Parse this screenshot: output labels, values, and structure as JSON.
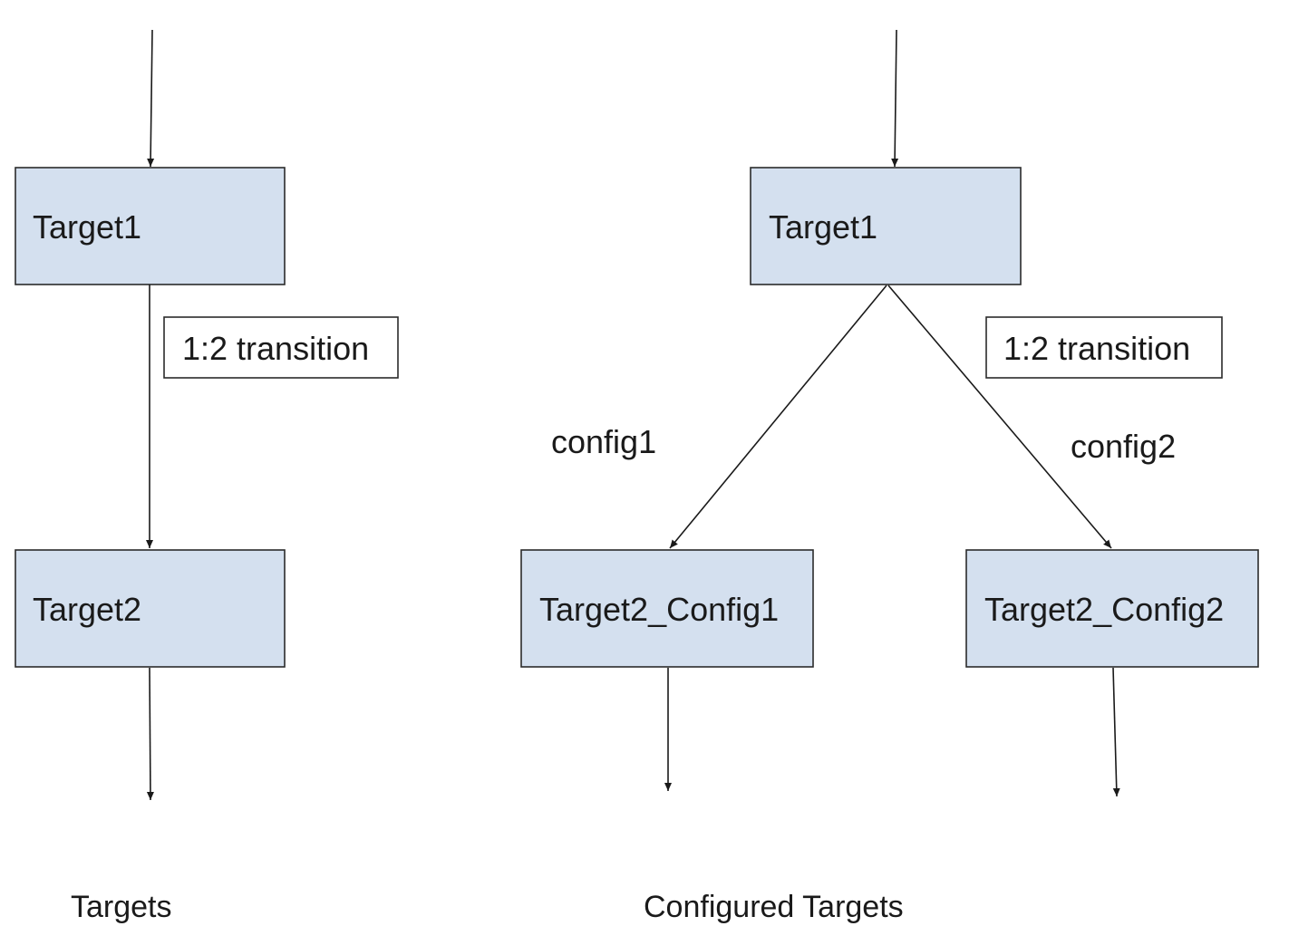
{
  "left_panel": {
    "target1": "Target1",
    "transition": "1:2 transition",
    "target2": "Target2",
    "caption": "Targets"
  },
  "right_panel": {
    "target1": "Target1",
    "transition": "1:2 transition",
    "edge_left_label": "config1",
    "edge_right_label": "config2",
    "target2_config1": "Target2_Config1",
    "target2_config2": "Target2_Config2",
    "caption": "Configured Targets"
  },
  "colors": {
    "node_fill": "#d4e0ef",
    "node_stroke": "#2b2b2b",
    "edge": "#1a1a1a",
    "label_box_fill": "#ffffff"
  }
}
